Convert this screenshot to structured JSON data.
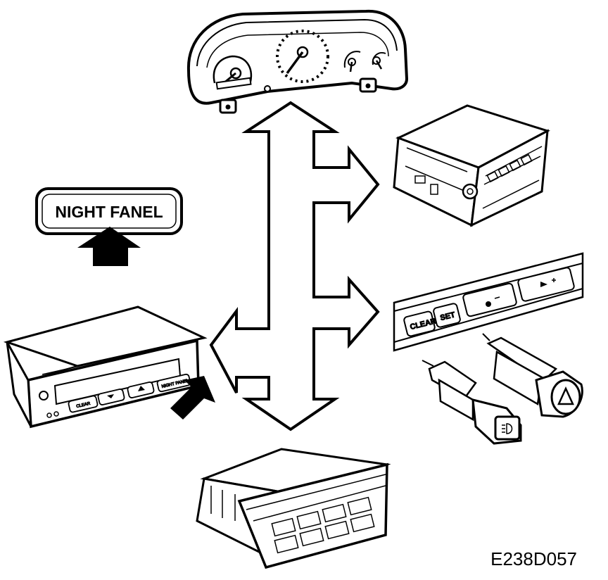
{
  "labels": {
    "night_panel": "NIGHT FANEL",
    "diagram_id": "E238D057",
    "clear": "CLEAR",
    "set": "SET",
    "display_clear": "CLEAR",
    "display_night_panel": "NIGHT PANEL"
  },
  "icons": {
    "panel_pointer": "arrow-up-icon",
    "button_pointer": "arrow-diagonal-icon",
    "hazard": "hazard-triangle-icon",
    "fog": "fog-light-icon"
  },
  "colors": {
    "line": "#000000",
    "fill": "#ffffff"
  }
}
